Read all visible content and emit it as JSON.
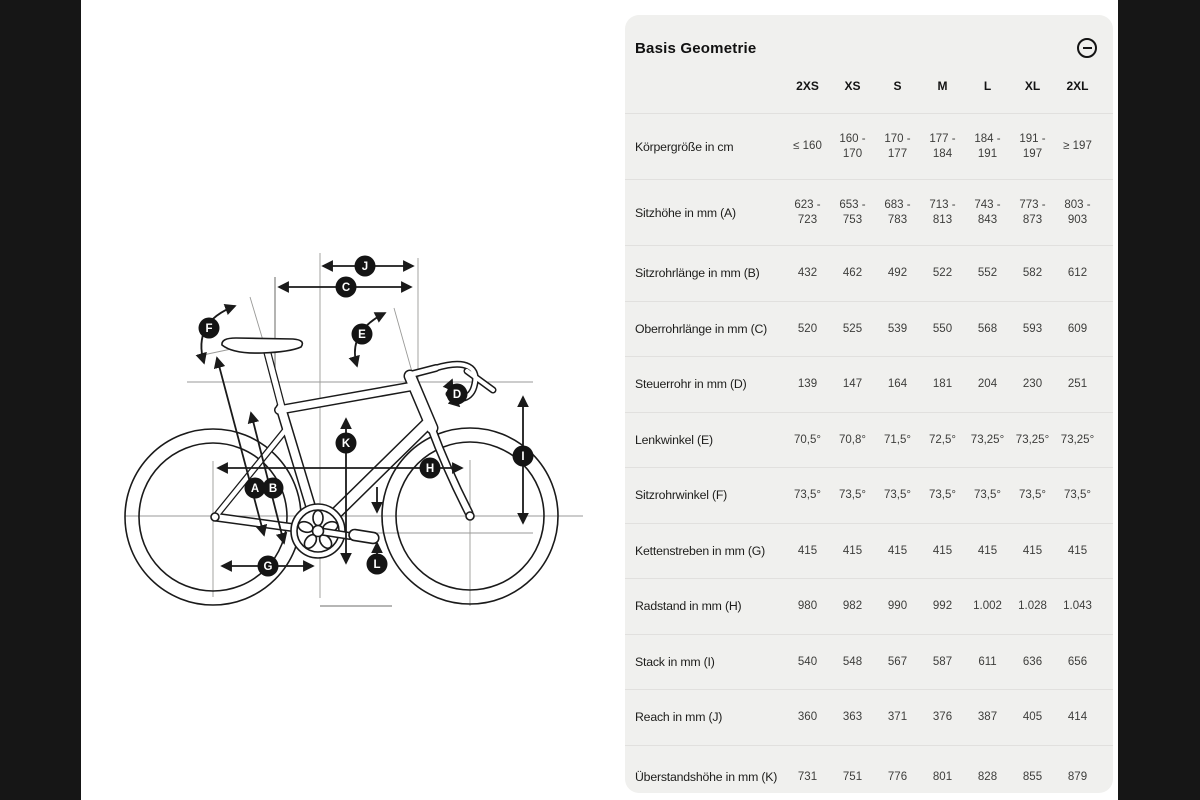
{
  "panel": {
    "title": "Basis Geometrie",
    "collapse_icon": "minus-circle-icon",
    "columns": [
      "2XS",
      "XS",
      "S",
      "M",
      "L",
      "XL",
      "2XL"
    ],
    "rows": [
      {
        "label": "Körpergröße in cm",
        "values": [
          "≤ 160",
          "160 -\n170",
          "170 -\n177",
          "177 -\n184",
          "184 -\n191",
          "191 -\n197",
          "≥ 197"
        ]
      },
      {
        "label": "Sitzhöhe in mm (A)",
        "values": [
          "623 -\n723",
          "653 -\n753",
          "683 -\n783",
          "713 -\n813",
          "743 -\n843",
          "773 -\n873",
          "803 -\n903"
        ]
      },
      {
        "label": "Sitzrohrlänge in mm (B)",
        "values": [
          "432",
          "462",
          "492",
          "522",
          "552",
          "582",
          "612"
        ]
      },
      {
        "label": "Oberrohrlänge in mm (C)",
        "values": [
          "520",
          "525",
          "539",
          "550",
          "568",
          "593",
          "609"
        ]
      },
      {
        "label": "Steuerrohr in mm (D)",
        "values": [
          "139",
          "147",
          "164",
          "181",
          "204",
          "230",
          "251"
        ]
      },
      {
        "label": "Lenkwinkel (E)",
        "values": [
          "70,5°",
          "70,8°",
          "71,5°",
          "72,5°",
          "73,25°",
          "73,25°",
          "73,25°"
        ]
      },
      {
        "label": "Sitzrohrwinkel (F)",
        "values": [
          "73,5°",
          "73,5°",
          "73,5°",
          "73,5°",
          "73,5°",
          "73,5°",
          "73,5°"
        ]
      },
      {
        "label": "Kettenstreben in mm (G)",
        "values": [
          "415",
          "415",
          "415",
          "415",
          "415",
          "415",
          "415"
        ]
      },
      {
        "label": "Radstand in mm (H)",
        "values": [
          "980",
          "982",
          "990",
          "992",
          "1.002",
          "1.028",
          "1.043"
        ]
      },
      {
        "label": "Stack in mm (I)",
        "values": [
          "540",
          "548",
          "567",
          "587",
          "611",
          "636",
          "656"
        ]
      },
      {
        "label": "Reach in mm (J)",
        "values": [
          "360",
          "363",
          "371",
          "376",
          "387",
          "405",
          "414"
        ]
      },
      {
        "label": "Überstandshöhe in mm (K)",
        "values": [
          "731",
          "751",
          "776",
          "801",
          "828",
          "855",
          "879"
        ]
      }
    ]
  },
  "diagram": {
    "labels": [
      "A",
      "B",
      "C",
      "D",
      "E",
      "F",
      "G",
      "H",
      "I",
      "J",
      "K",
      "L"
    ]
  },
  "colors": {
    "side_bars": "#161616",
    "panel_bg": "#f0f0ee",
    "divider": "#e1e0de",
    "ink": "#1a1a1a"
  }
}
